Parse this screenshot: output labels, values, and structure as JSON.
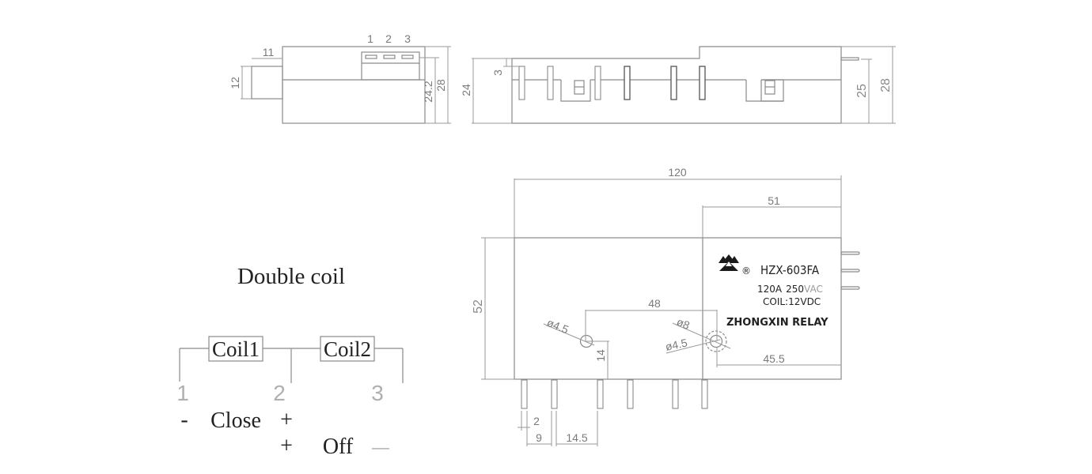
{
  "side_view": {
    "terminal_labels": [
      "1",
      "2",
      "3"
    ],
    "dimensions": {
      "stub_width": "11",
      "stub_height": "12",
      "terminal_height": "24.2",
      "total_height": "28",
      "body_height": "24"
    }
  },
  "front_view": {
    "dimensions": {
      "pin_offset": "3",
      "body_height": "24",
      "terminal_height": "25",
      "total_height": "28"
    }
  },
  "top_view": {
    "dimensions": {
      "length": "120",
      "label_section": "51",
      "width": "52",
      "hole_spacing": "48",
      "hole_left_dia": "ø4.5",
      "hole_right_outer_dia": "ø8",
      "hole_right_inner_dia": "ø4.5",
      "hole_height": "14",
      "hole_right_offset": "45.5",
      "pin_width": "2",
      "pin_pitch_1": "9",
      "pin_pitch_2": "14.5"
    },
    "label": {
      "logo": "triangle-logo",
      "registered_mark": "®",
      "model": "HZX-603FA",
      "rating_current": "120A",
      "rating_voltage": "250",
      "rating_unit": "VAC",
      "coil": "COIL:12VDC",
      "brand": "ZHONGXIN RELAY"
    }
  },
  "wiring": {
    "title": "Double coil",
    "coils": [
      "Coil1",
      "Coil2"
    ],
    "pins": [
      "1",
      "2",
      "3"
    ],
    "close_row": {
      "left": "-",
      "label": "Close",
      "right": "+"
    },
    "off_row": {
      "left": "+",
      "label": "Off",
      "right": "—"
    }
  }
}
